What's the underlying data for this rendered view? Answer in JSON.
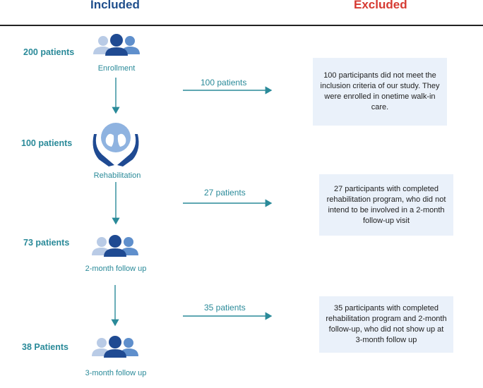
{
  "headers": {
    "included": "Included",
    "excluded": "Excluded"
  },
  "stages": [
    {
      "count": "200 patients",
      "label": "Enrollment",
      "icon": "people-group-icon"
    },
    {
      "count": "100 patients",
      "label": "Rehabilitation",
      "icon": "lungs-in-hands-icon"
    },
    {
      "count": "73 patients",
      "label": "2-month follow up",
      "icon": "people-group-icon"
    },
    {
      "count": "38 Patients",
      "label": "3-month follow up",
      "icon": "people-group-icon"
    }
  ],
  "exclusions": [
    {
      "count": "100 patients",
      "reason": "100 participants did not meet the inclusion criteria of our study. They were enrolled in onetime walk-in care."
    },
    {
      "count": "27 patients",
      "reason": "27 participants with completed rehabilitation program, who did not intend to be involved in a 2-month follow-up visit"
    },
    {
      "count": "35 patients",
      "reason": "35 participants with completed rehabilitation program and 2-month follow-up, who did not show up at 3-month follow up"
    }
  ],
  "colors": {
    "teal": "#2a8a99",
    "navy": "#1f4e8c",
    "red": "#d63a32",
    "box": "#eaf1fa",
    "person_light": "#b9cbe6",
    "person_mid": "#5f8fcc",
    "person_dark": "#1f4a92"
  }
}
